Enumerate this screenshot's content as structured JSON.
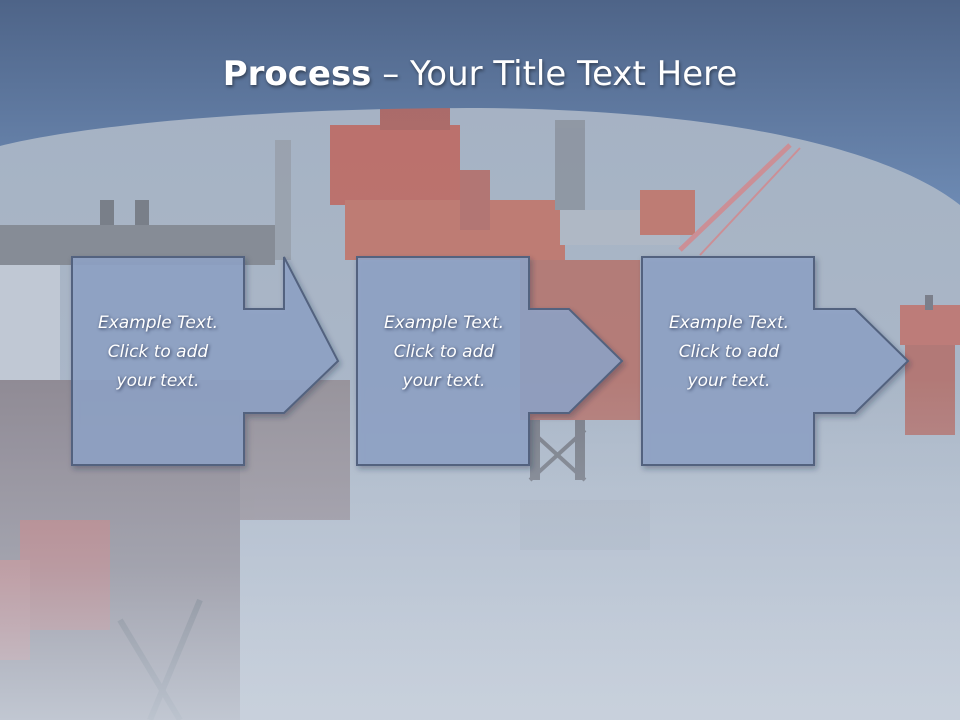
{
  "title": {
    "bold": "Process",
    "rest": " – Your Title Text Here"
  },
  "steps": [
    {
      "lines": [
        "Example Text.",
        "Click  to add",
        "your text."
      ]
    },
    {
      "lines": [
        "Example Text.",
        "Click  to add",
        "your text."
      ]
    },
    {
      "lines": [
        "Example Text.",
        "Click  to add",
        "your text."
      ]
    }
  ],
  "colors": {
    "header": "#5a76a0",
    "box_fill": "#8fa3c6",
    "box_stroke": "#52627f",
    "text": "#ffffff"
  }
}
